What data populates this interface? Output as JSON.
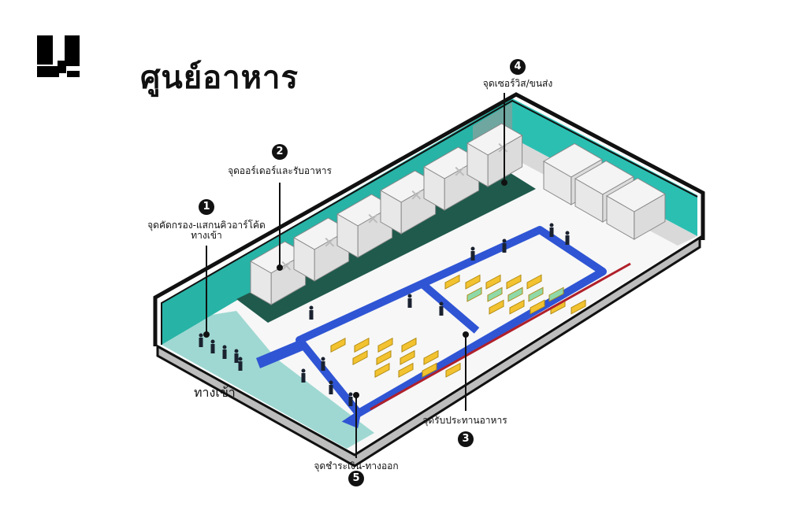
{
  "title": "ศูนย์อาหาร",
  "entrance_label": "ทางเข้า",
  "points": [
    {
      "number": "1",
      "label": "จุดคัดกรอง-แสกนคิวอาร์โค้ด",
      "label_line2": "ทางเข้า"
    },
    {
      "number": "2",
      "label": "จุดออร์เดอร์และรับอาหาร"
    },
    {
      "number": "3",
      "label": "จุดรับประทานอาหาร"
    },
    {
      "number": "4",
      "label": "จุดเซอร์วิส/ขนส่ง"
    },
    {
      "number": "5",
      "label": "จุดชำระเงิน-ทางออก"
    }
  ],
  "colors": {
    "wall": "#27b3a6",
    "entrance_floor": "#9fd8d2",
    "path": "#2f55d4",
    "table": "#f2c230",
    "stall": "#f1f1f1",
    "line": "#b0202a"
  }
}
